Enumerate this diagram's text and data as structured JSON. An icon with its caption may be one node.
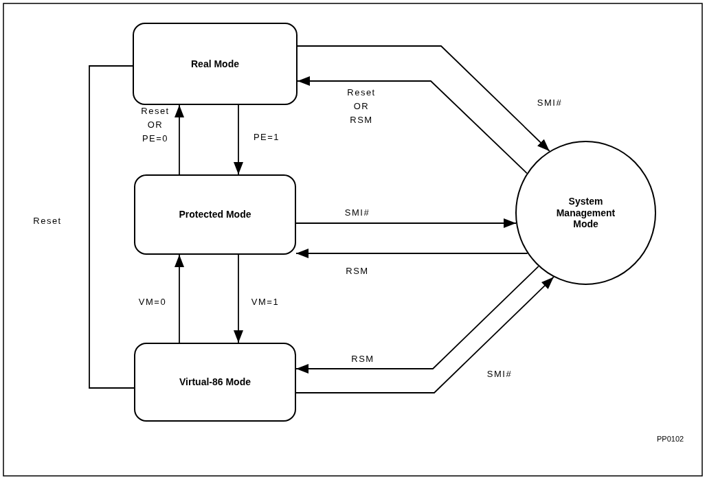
{
  "diagram": {
    "nodes": [
      {
        "text": [
          "Real Mode"
        ]
      },
      {
        "text": [
          "Protected Mode"
        ]
      },
      {
        "text": [
          "Virtual-86 Mode"
        ]
      },
      {
        "text": [
          "System Management Mode"
        ]
      }
    ],
    "edges": [
      {
        "from": 0,
        "to": 3,
        "arrow": "to",
        "label": "SMI#"
      },
      {
        "from": 3,
        "to": 0,
        "arrow": "to",
        "label": "Reset OR RSM"
      },
      {
        "from": 0,
        "to": 1,
        "arrow": "to",
        "label": "PE=1"
      },
      {
        "from": 1,
        "to": 0,
        "arrow": "to",
        "label": "Reset OR PE=0"
      },
      {
        "from": 1,
        "to": 3,
        "arrow": "to",
        "label": "SMI#"
      },
      {
        "from": 3,
        "to": 1,
        "arrow": "to",
        "label": "RSM"
      },
      {
        "from": 1,
        "to": 2,
        "arrow": "to",
        "label": "VM=1"
      },
      {
        "from": 2,
        "to": 1,
        "arrow": "to",
        "label": "VM=0"
      },
      {
        "from": 3,
        "to": 2,
        "arrow": "to",
        "label": "RSM"
      },
      {
        "from": 2,
        "to": 3,
        "arrow": "to",
        "label": "SMI#"
      },
      {
        "from": 2,
        "to": 0,
        "arrow": "none",
        "label": "Reset"
      }
    ],
    "labels": [
      "PP0102"
    ]
  }
}
